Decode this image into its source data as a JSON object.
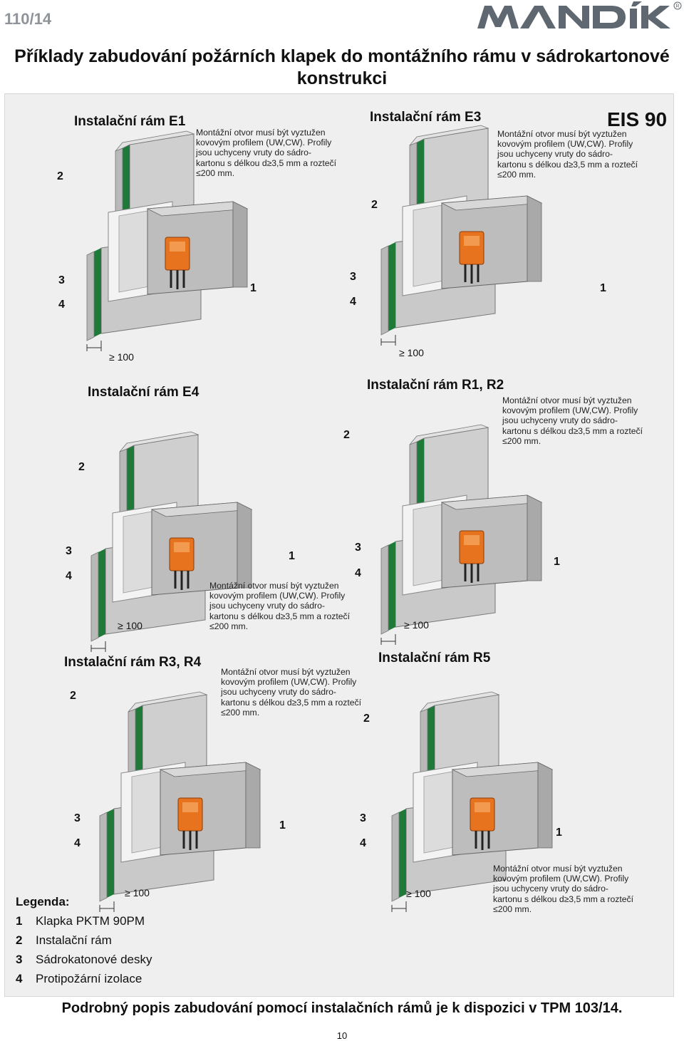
{
  "header": {
    "page_number": "110/14",
    "brand": "MANDÍK"
  },
  "title": "Příklady zabudování požárních klapek do montážního rámu v sádrokartonové konstrukci",
  "classification": "EIS 90",
  "note_text": "Montážní otvor musí být vyztužen kovovým profilem (UW,CW). Profily jsou uchyceny vruty do sádro-kartonu s délkou d≥3,5 mm a roztečí ≤200 mm.",
  "gap_label": "≥ 100",
  "sections": [
    {
      "title": "Instalační rám E1"
    },
    {
      "title": "Instalační rám E3"
    },
    {
      "title": "Instalační rám E4"
    },
    {
      "title": "Instalační rám R1, R2"
    },
    {
      "title": "Instalační rám R3, R4"
    },
    {
      "title": "Instalační rám R5"
    }
  ],
  "callouts": {
    "one": "1",
    "two": "2",
    "three": "3",
    "four": "4"
  },
  "legend": {
    "title": "Legenda:",
    "items": [
      {
        "num": "1",
        "text": "Klapka PKTM 90PM"
      },
      {
        "num": "2",
        "text": "Instalační rám"
      },
      {
        "num": "3",
        "text": "Sádrokatonové desky"
      },
      {
        "num": "4",
        "text": "Protipožární izolace"
      }
    ]
  },
  "footer": "Podrobný popis zabudování pomocí instalačních rámů je  k dispozici v TPM 103/14.",
  "page_footer_number": "10",
  "colors": {
    "insulation": "#1f7a3a",
    "actuator": "#e8731f",
    "board": "#c9c9c9",
    "logo": "#5f6770"
  }
}
